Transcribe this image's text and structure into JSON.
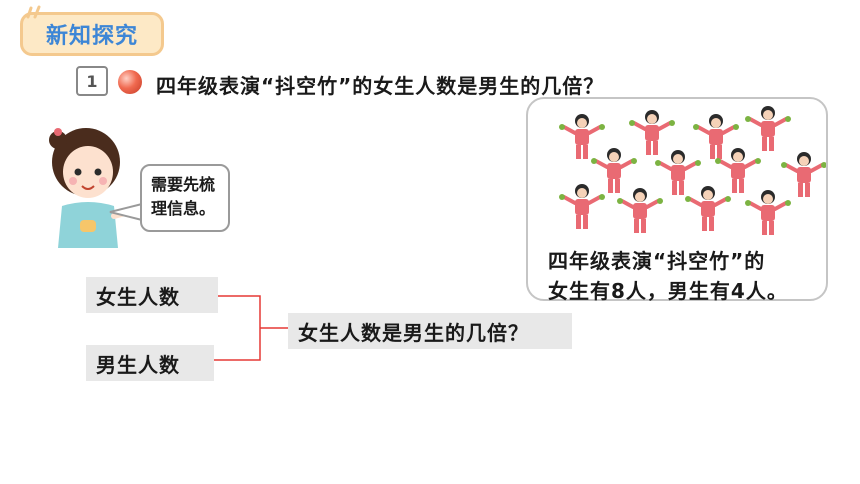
{
  "section_badge": {
    "label": "新知探究"
  },
  "problem": {
    "number": "1",
    "question": "四年级表演“抖空竹”的女生人数是男生的几倍？"
  },
  "picture": {
    "caption_line1": "四年级表演“抖空竹”的",
    "caption_line2": "女生有8人，男生有4人。"
  },
  "speech_bubble": {
    "line1": "需要先梳",
    "line2": "理信息。"
  },
  "analysis": {
    "girls_label": "女生人数",
    "boys_label": "男生人数",
    "question_label": "女生人数是男生的几倍？"
  },
  "colors": {
    "badge_text": "#3d86d6",
    "badge_fill": "#fde9c6",
    "bracket_line": "#e53935",
    "box_fill": "#e8e8e8"
  },
  "icons": [
    "sparkle-icon",
    "red-ball-icon",
    "girl-illustration",
    "kids-performing-illustration"
  ]
}
